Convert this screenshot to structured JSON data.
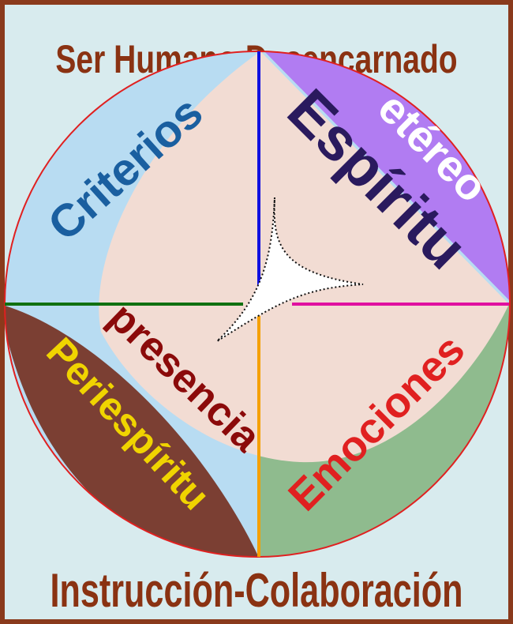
{
  "title_top": "Ser Humano  Desencarnado",
  "title_bottom": "Instrucción-Colaboración",
  "labels": {
    "criterios": "Criterios",
    "espiritu": "Espíritu",
    "etereo": "etéreo",
    "presencia": "presencia",
    "periespiritu": "Periespíritu",
    "emociones": "Emociones"
  },
  "colors": {
    "border": "#8a3a1c",
    "background": "#d8ebee",
    "criterios_zone": "#b8dcf2",
    "etereo_zone": "#b17cf2",
    "emociones_zone": "#8fbb8e",
    "periespiritu_zone": "#7b3f33",
    "core": "#f2dcd3",
    "title": "#8a3212"
  }
}
